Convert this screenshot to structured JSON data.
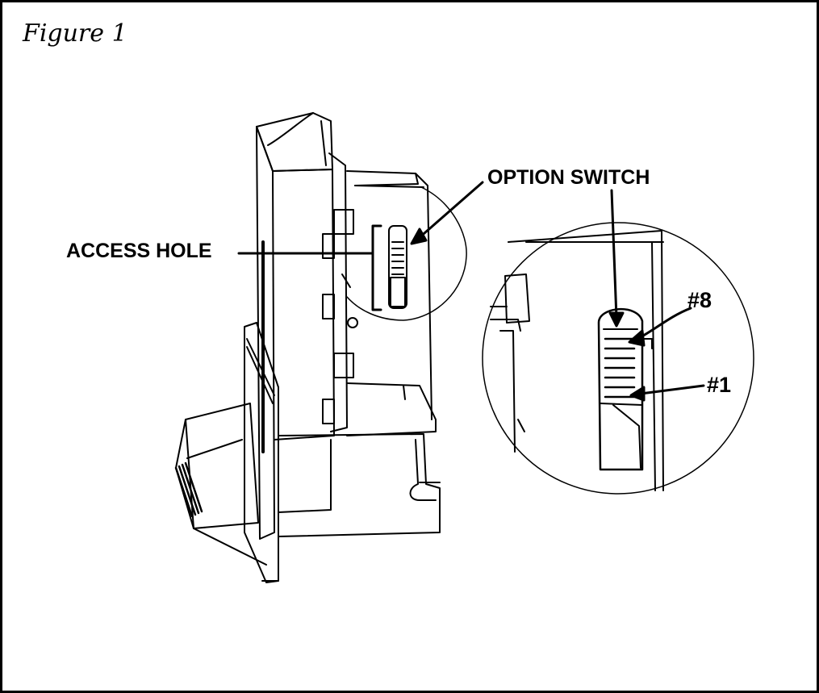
{
  "figure": {
    "title": "Figure 1"
  },
  "callouts": {
    "option_switch": "OPTION SWITCH",
    "access_hole": "ACCESS HOLE",
    "position_8": "#8",
    "position_1": "#1"
  },
  "colors": {
    "line": "#000000",
    "background": "#ffffff"
  }
}
